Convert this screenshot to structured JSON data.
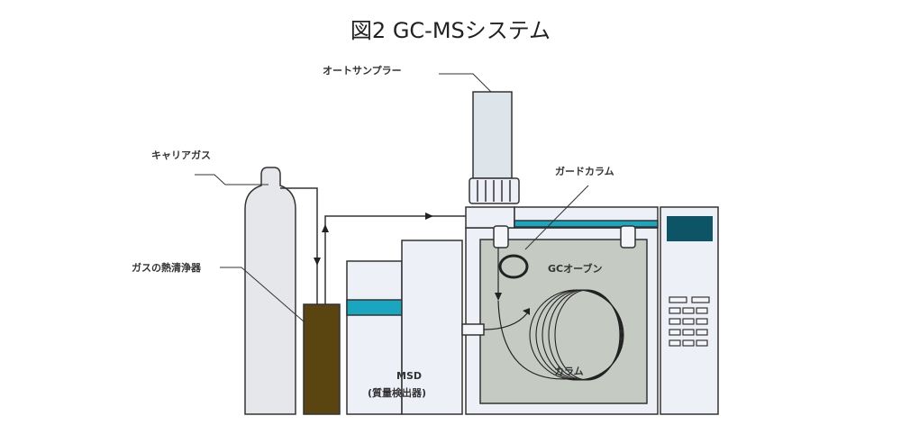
{
  "title": "図2 GC-MSシステム",
  "labels": {
    "autosampler": "オートサンプラー",
    "carrier_gas": "キャリアガス",
    "guard_column": "ガードカラム",
    "gas_purifier": "ガスの熱清浄器",
    "gc_oven": "GCオーブン",
    "column": "カラム",
    "msd": "MSD",
    "msd_sub": "(質量検出器)"
  },
  "colors": {
    "panel": "#eef0f8",
    "cylinder": "#e6e7ea",
    "oven": "#c5cbc3",
    "cyan": "#1aa6be",
    "purifier": "#5a4510",
    "display": "#0d5466"
  }
}
